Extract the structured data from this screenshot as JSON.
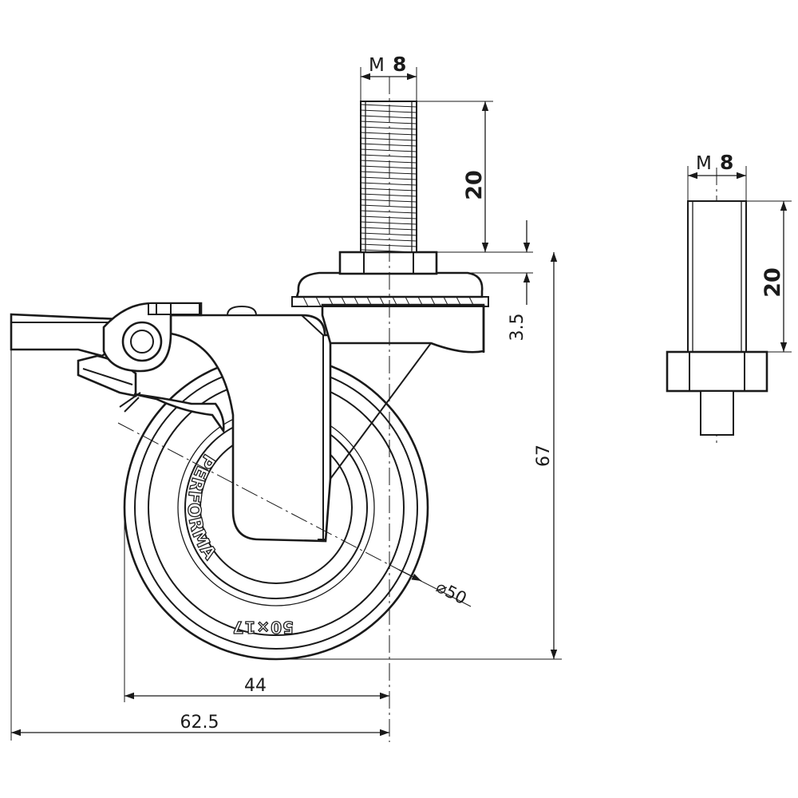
{
  "dimensions": {
    "thread_main": {
      "prefix": "M",
      "value": "8"
    },
    "thread_length_main": "20",
    "mount_height": "3.5",
    "total_height": "67",
    "wheel_diameter": "⌀50",
    "offset": "44",
    "overall_width": "62.5",
    "thread_detail": {
      "prefix": "M",
      "value": "8"
    },
    "thread_length_detail": "20"
  },
  "wheel": {
    "brand": "PERFORMA",
    "size_mark": "50×17"
  }
}
